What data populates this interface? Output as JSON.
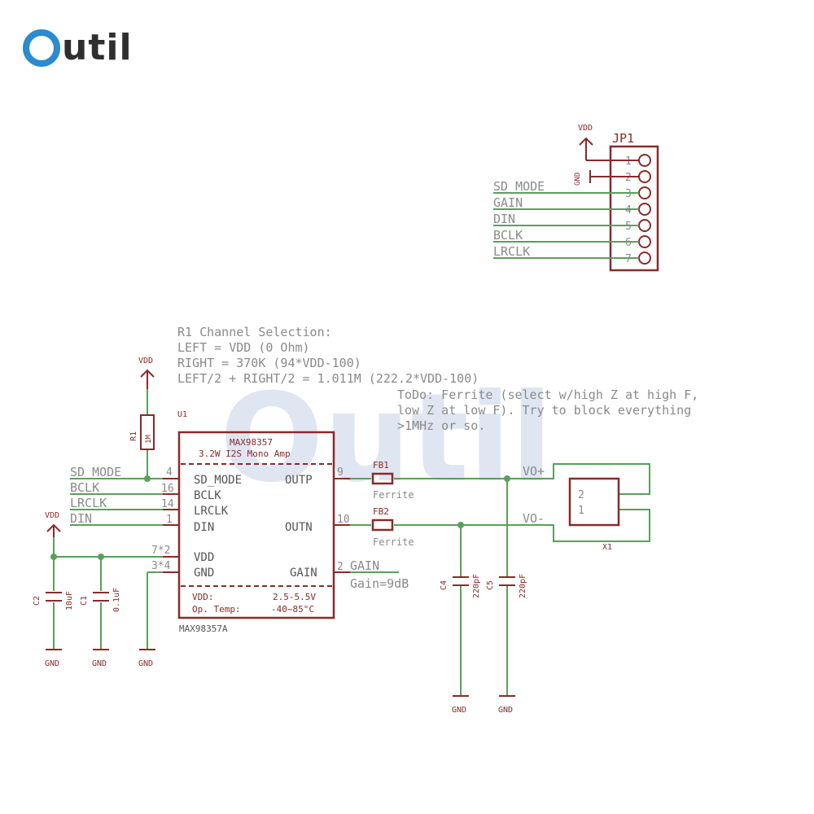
{
  "logo": {
    "text": "util",
    "brand_color": "#2b8ad0",
    "watermark_text": "Outil"
  },
  "schematic": {
    "note_lines": [
      "R1 Channel Selection:",
      "LEFT = VDD (0 Ohm)",
      "RIGHT = 370K (94*VDD-100)",
      "LEFT/2 + RIGHT/2 = 1.011M (222.2*VDD-100)"
    ],
    "todo_lines": [
      "ToDo: Ferrite (select w/high Z at high F,",
      "low Z at low F). Try to block everything",
      ">1MHz or so."
    ],
    "jp1": {
      "label": "JP1",
      "vdd": "VDD",
      "gnd": "GND",
      "pins": [
        "1",
        "2",
        "3",
        "4",
        "5",
        "6",
        "7"
      ],
      "nets": [
        "SD_MODE",
        "GAIN",
        "DIN",
        "BCLK",
        "LRCLK"
      ]
    },
    "r1": {
      "name": "R1",
      "value": "1M",
      "vdd": "VDD"
    },
    "u1": {
      "ref": "U1",
      "part": "MAX98357",
      "desc": "3.2W I2S Mono Amp",
      "pins_left": [
        "SD_MODE",
        "BCLK",
        "LRCLK",
        "DIN",
        "VDD",
        "GND"
      ],
      "pins_right": [
        "OUTP",
        "OUTN",
        "GAIN"
      ],
      "pin_numbers_left": [
        "4",
        "16",
        "14",
        "1",
        "7*2",
        "3*4"
      ],
      "pin_numbers_right": [
        "9",
        "10",
        "2"
      ],
      "footer_label_1": "VDD:",
      "footer_value_1": "2.5-5.5V",
      "footer_label_2": "Op. Temp:",
      "footer_value_2": "-40~85°C",
      "variant": "MAX98357A"
    },
    "left_nets": [
      "SD_MODE",
      "BCLK",
      "LRCLK",
      "DIN"
    ],
    "vdd_left": "VDD",
    "c2": {
      "name": "C2",
      "value": "10uF"
    },
    "c1": {
      "name": "C1",
      "value": "0.1uF"
    },
    "gnd_labels": [
      "GND",
      "GND",
      "GND",
      "GND",
      "GND"
    ],
    "gain_net": "GAIN",
    "gain_note": "Gain=9dB",
    "fb1": {
      "name": "FB1",
      "type": "Ferrite"
    },
    "fb2": {
      "name": "FB2",
      "type": "Ferrite"
    },
    "c4": {
      "name": "C4",
      "value": "220pF"
    },
    "c5": {
      "name": "C5",
      "value": "220pF"
    },
    "out_pos": "VO+",
    "out_neg": "VO-",
    "x1": {
      "name": "X1",
      "pin2": "2",
      "pin1": "1"
    }
  }
}
